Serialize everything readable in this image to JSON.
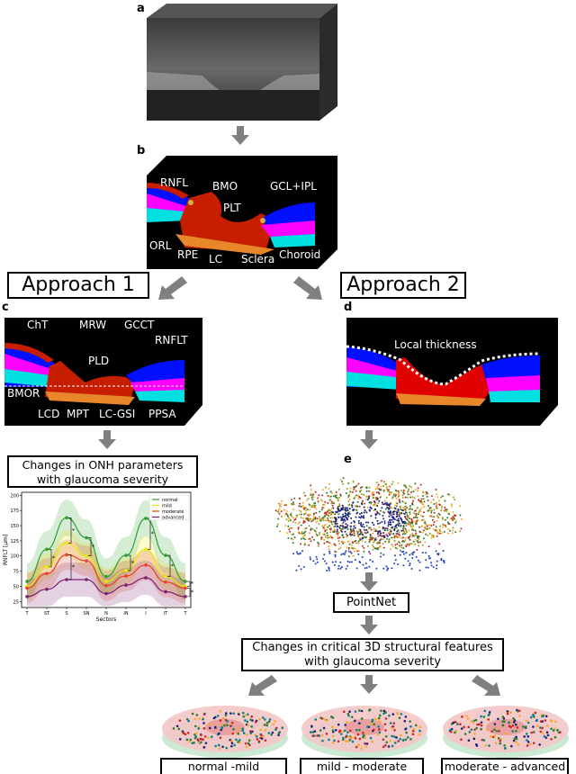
{
  "panels": {
    "a": {
      "label": "a"
    },
    "b": {
      "label": "b",
      "annotations": [
        "RNFL",
        "BMO",
        "GCL+IPL",
        "PLT",
        "ORL",
        "RPE",
        "LC",
        "Sclera",
        "Choroid"
      ]
    },
    "c": {
      "label": "c",
      "annotations": [
        "ChT",
        "MRW",
        "GCCT",
        "RNFLT",
        "PLD",
        "BMOR",
        "LCD",
        "MPT",
        "LC-GSI",
        "PPSA"
      ]
    },
    "d": {
      "label": "d",
      "annotation": "Local thickness"
    },
    "e": {
      "label": "e"
    }
  },
  "approach1": "Approach 1",
  "approach2": "Approach 2",
  "onh_box": {
    "line1": "Changes in ONH parameters",
    "line2": "with glaucoma severity"
  },
  "pointnet": "PointNet",
  "features_box": {
    "line1": "Changes in critical 3D structural features",
    "line2": "with glaucoma severity"
  },
  "comparisons": [
    "normal -mild",
    "mild - moderate",
    "moderate - advanced"
  ],
  "colors": {
    "arrow": "#808080",
    "rnfl": "#c81e00",
    "lc": "#e8872a",
    "choroid": "#ff00ff",
    "sclera": "#00e0e0",
    "gcl": "#0010ff"
  },
  "chart_data": {
    "type": "line",
    "categories": [
      "T",
      "ST",
      "S",
      "SN",
      "N",
      "IN",
      "I",
      "IT",
      "T"
    ],
    "xlabel": "Sectors",
    "ylabel": "RNFLT [µm]",
    "ylim": [
      15,
      205
    ],
    "yticks": [
      25,
      50,
      75,
      100,
      125,
      150,
      175,
      200
    ],
    "legend": "top-right",
    "series": [
      {
        "name": "normal",
        "color": "#2ca02c",
        "values": [
          58,
          111,
          163,
          130,
          66,
          101,
          162,
          101,
          58
        ]
      },
      {
        "name": "mild",
        "color": "#e8e800",
        "values": [
          50,
          82,
          121,
          100,
          58,
          76,
          111,
          66,
          50
        ]
      },
      {
        "name": "moderate",
        "color": "#e8402a",
        "values": [
          47,
          71,
          102,
          92,
          51,
          67,
          85,
          57,
          47
        ]
      },
      {
        "name": "advanced",
        "color": "#7a1f6e",
        "values": [
          33,
          45,
          61,
          61,
          38,
          52,
          64,
          41,
          33
        ]
      }
    ],
    "significance_marker": "*"
  }
}
